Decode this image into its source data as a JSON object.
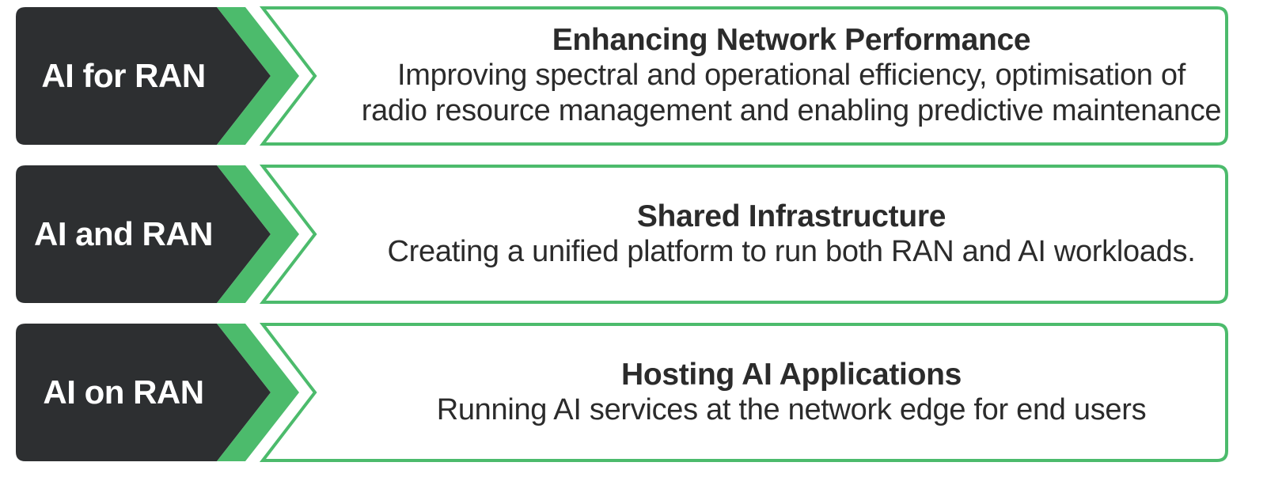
{
  "colors": {
    "dark": "#2d2f31",
    "green": "#4cbb6c",
    "text": "#2b2b2b",
    "white": "#ffffff"
  },
  "rows": [
    {
      "label": "AI for RAN",
      "heading": "Enhancing Network Performance",
      "lines": [
        "Improving spectral and operational efficiency, optimisation of",
        "radio resource management and enabling predictive maintenance"
      ]
    },
    {
      "label": "AI and RAN",
      "heading": "Shared Infrastructure",
      "lines": [
        "Creating a unified platform to run both RAN and AI workloads."
      ]
    },
    {
      "label": "AI on RAN",
      "heading": "Hosting AI Applications",
      "lines": [
        "Running AI services at the network edge for end users"
      ]
    }
  ]
}
